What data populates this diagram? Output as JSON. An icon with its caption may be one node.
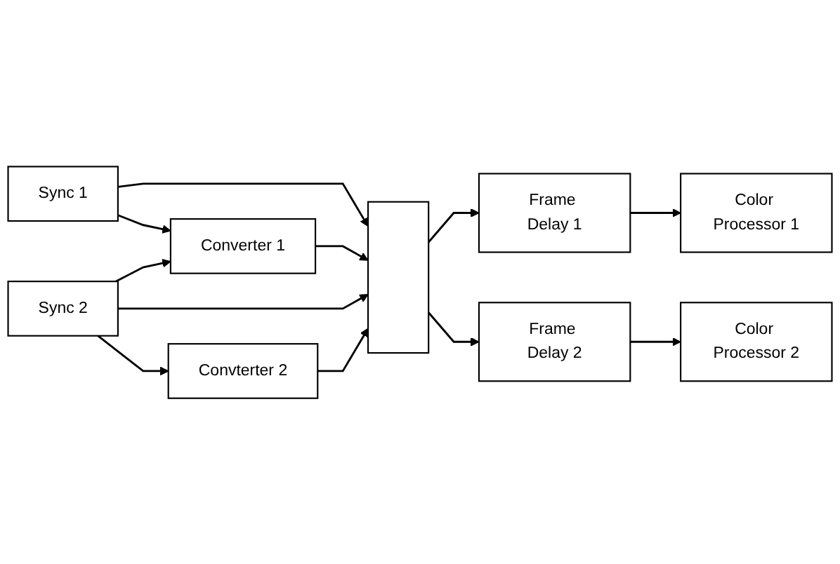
{
  "diagram": {
    "nodes": [
      {
        "text": [
          "Sync 1"
        ]
      },
      {
        "text": [
          "Converter 1"
        ]
      },
      {
        "text": [
          "Sync 2"
        ]
      },
      {
        "text": [
          "Convterter 2"
        ]
      },
      {
        "text": [],
        "shape": "box"
      },
      {
        "text": [
          "Frame Delay 1"
        ]
      },
      {
        "text": [
          "Color Processor 1"
        ]
      },
      {
        "text": [
          "Frame Delay 2"
        ]
      },
      {
        "text": [
          "Color Processor 2"
        ]
      }
    ],
    "edges": [
      {
        "from": 0,
        "to": 4,
        "arrow": "to"
      },
      {
        "from": 0,
        "to": 1,
        "arrow": "to"
      },
      {
        "from": 2,
        "to": 1,
        "arrow": "to"
      },
      {
        "from": 1,
        "to": 4,
        "arrow": "to"
      },
      {
        "from": 2,
        "to": 4,
        "arrow": "to"
      },
      {
        "from": 2,
        "to": 3,
        "arrow": "to"
      },
      {
        "from": 3,
        "to": 4,
        "arrow": "to"
      },
      {
        "from": 4,
        "to": 5,
        "arrow": "to"
      },
      {
        "from": 5,
        "to": 6,
        "arrow": "to"
      },
      {
        "from": 4,
        "to": 7,
        "arrow": "to"
      },
      {
        "from": 7,
        "to": 8,
        "arrow": "to"
      }
    ]
  }
}
